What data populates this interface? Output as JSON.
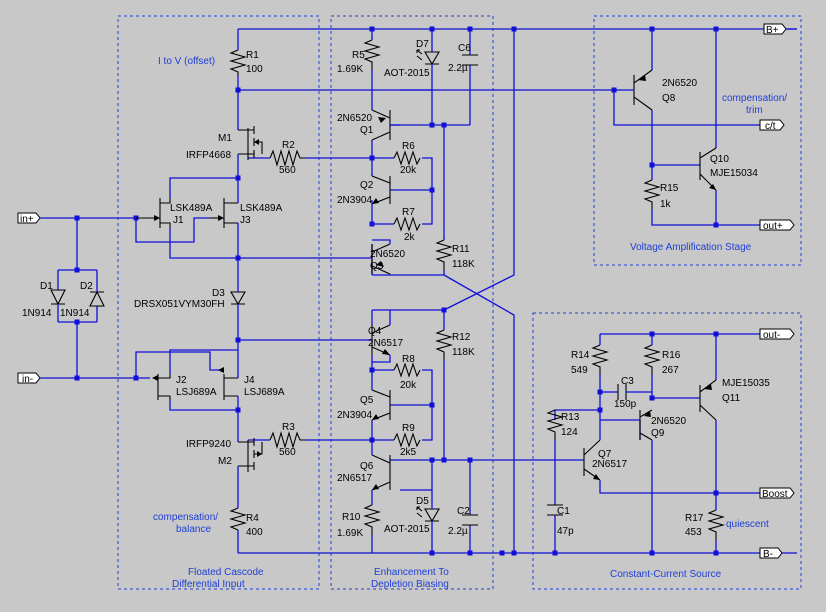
{
  "annotations": {
    "i_to_v": "I to V (offset)",
    "comp_trim_1": "compensation/",
    "comp_trim_2": "trim",
    "comp_bal_1": "compensation/",
    "comp_bal_2": "balance",
    "quiescent": "quiescent"
  },
  "sections": {
    "floated_cascode_1": "Floated Cascode",
    "floated_cascode_2": "Differential Input",
    "enhancement_1": "Enhancement To",
    "enhancement_2": "Depletion Biasing",
    "vas": "Voltage Amplification Stage",
    "ccs": "Constant-Current Source"
  },
  "ports": {
    "in_plus": "in+",
    "in_minus": "in-",
    "b_plus": "B+",
    "b_minus": "B-",
    "ct": "c/t",
    "out_plus": "out+",
    "out_minus": "out-",
    "boost": "Boost"
  },
  "components": {
    "R1": {
      "ref": "R1",
      "value": "100"
    },
    "R2": {
      "ref": "R2",
      "value": "560"
    },
    "R3": {
      "ref": "R3",
      "value": "560"
    },
    "R4": {
      "ref": "R4",
      "value": "400"
    },
    "R5": {
      "ref": "R5",
      "value": "1.69K"
    },
    "R6": {
      "ref": "R6",
      "value": "20k"
    },
    "R7": {
      "ref": "R7",
      "value": "2k"
    },
    "R8": {
      "ref": "R8",
      "value": "20k"
    },
    "R9": {
      "ref": "R9",
      "value": "2k5"
    },
    "R10": {
      "ref": "R10",
      "value": "1.69K"
    },
    "R11": {
      "ref": "R11",
      "value": "118K"
    },
    "R12": {
      "ref": "R12",
      "value": "118K"
    },
    "R13": {
      "ref": "R13",
      "value": "124"
    },
    "R14": {
      "ref": "R14",
      "value": "549"
    },
    "R15": {
      "ref": "R15",
      "value": "1k"
    },
    "R16": {
      "ref": "R16",
      "value": "267"
    },
    "R17": {
      "ref": "R17",
      "value": "453"
    },
    "C1": {
      "ref": "C1",
      "value": "47p"
    },
    "C2": {
      "ref": "C2",
      "value": "2.2µ"
    },
    "C3": {
      "ref": "C3",
      "value": "150p"
    },
    "C6": {
      "ref": "C6",
      "value": "2.2µ"
    },
    "D1": {
      "ref": "D1",
      "value": "1N914"
    },
    "D2": {
      "ref": "D2",
      "value": "1N914"
    },
    "D3": {
      "ref": "D3",
      "value": "DRSX051VYM30FH"
    },
    "D5": {
      "ref": "D5",
      "value": "AOT-2015"
    },
    "D7": {
      "ref": "D7",
      "value": "AOT-2015"
    },
    "J1": {
      "ref": "J1",
      "value": "LSK489A"
    },
    "J2": {
      "ref": "J2",
      "value": "LSJ689A"
    },
    "J3": {
      "ref": "J3",
      "value": "LSK489A"
    },
    "J4": {
      "ref": "J4",
      "value": "LSJ689A"
    },
    "M1": {
      "ref": "M1",
      "value": "IRFP4668"
    },
    "M2": {
      "ref": "M2",
      "value": "IRFP9240"
    },
    "Q1": {
      "ref": "Q1",
      "value": "2N6520"
    },
    "Q2": {
      "ref": "Q2",
      "value": "2N3904"
    },
    "Q3": {
      "ref": "Q3",
      "value": "2N6520"
    },
    "Q4": {
      "ref": "Q4",
      "value": "2N6517"
    },
    "Q5": {
      "ref": "Q5",
      "value": "2N3904"
    },
    "Q6": {
      "ref": "Q6",
      "value": "2N6517"
    },
    "Q7": {
      "ref": "Q7",
      "value": "2N6517"
    },
    "Q8": {
      "ref": "Q8",
      "value": "2N6520"
    },
    "Q9": {
      "ref": "Q9",
      "value": "2N6520"
    },
    "Q10": {
      "ref": "Q10",
      "value": "MJE15034"
    },
    "Q11": {
      "ref": "Q11",
      "value": "MJE15035"
    }
  }
}
